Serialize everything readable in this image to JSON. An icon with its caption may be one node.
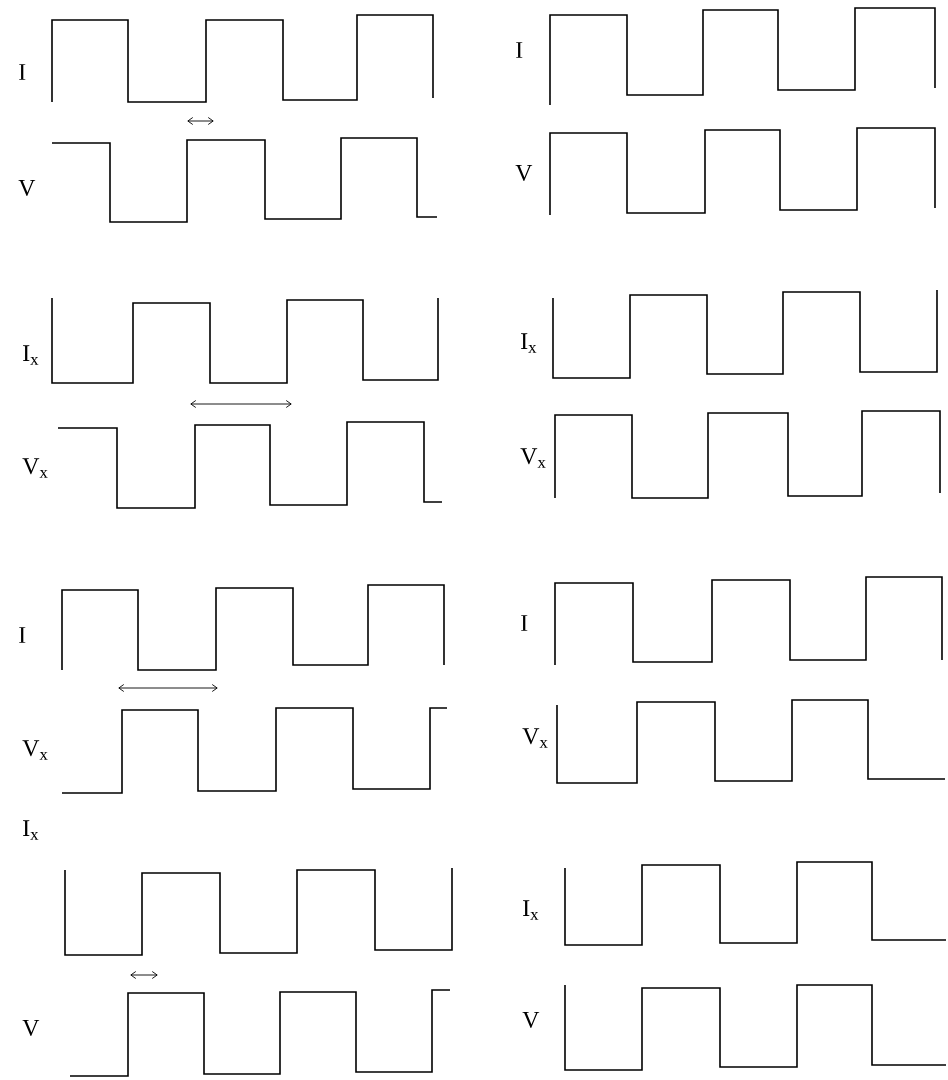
{
  "diagram": {
    "labels": [
      "I",
      "I",
      "V",
      "V",
      "I$_{x}$",
      "I$_{x}$",
      "V$_{x}$",
      "V$_{x}$",
      "I",
      "I",
      "V$_{x}$",
      "V$_{x}$",
      "I$_{x}$",
      "I$_{x}$",
      "V",
      "V"
    ]
  }
}
